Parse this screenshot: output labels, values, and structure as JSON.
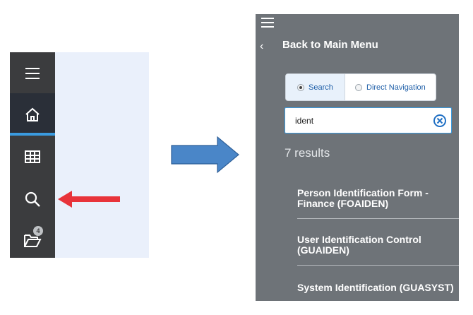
{
  "sidebar": {
    "items": [
      {
        "icon": "hamburger-icon"
      },
      {
        "icon": "home-icon",
        "active": true
      },
      {
        "icon": "grid-icon"
      },
      {
        "icon": "search-icon"
      },
      {
        "icon": "folder-icon",
        "badge": "4"
      }
    ]
  },
  "menu": {
    "back_label": "Back to Main Menu",
    "back_chevron": "‹",
    "modes": {
      "search_label": "Search",
      "direct_label": "Direct Navigation",
      "selected": "Search"
    },
    "search": {
      "value": "ident"
    },
    "results_count": "7 results",
    "results": [
      {
        "label": "Person Identification Form - Finance (FOAIDEN)"
      },
      {
        "label": "User Identification Control (GUAIDEN)"
      },
      {
        "label": "System Identification (GUASYST)"
      }
    ]
  },
  "colors": {
    "sidebar_bg": "#3b3c3e",
    "menu_bg": "#6e7378",
    "accent_blue": "#3a9be0",
    "arrow_red": "#e8333a",
    "arrow_blue": "#4a86c8"
  }
}
